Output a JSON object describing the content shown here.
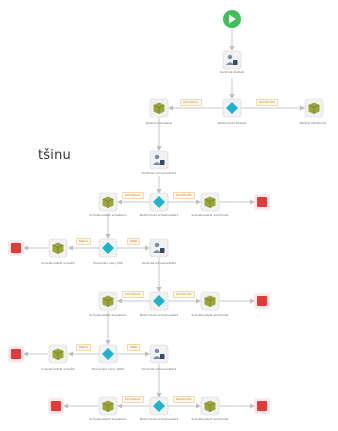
{
  "fragment_text": "tšinu",
  "colors": {
    "node_bg": "#f2f2f2",
    "node_border": "#d5d5d5",
    "start": "#3ec15a",
    "end": "#e23a3a",
    "decision": "#1fb3cc",
    "package": "#9aa63a",
    "edge": "#c8c8c8",
    "edge_label": "#c97b12"
  },
  "labels": {
    "kontrola_zadosti": "Kontrola žádosti",
    "zadost_schvalena": "Žádost schválena",
    "rozhodnuti_zadosti": "Rozhodnutí žádosti",
    "zadost_zamitnuta": "Žádost zamítnuta",
    "kontrola_schvalovatel1": "Kontrola schvalovatel1",
    "schvalovatel1_schvaleno": "Schvalovatel1 schváleno",
    "rozhodnuti_schvalovatel1": "Rozhodnutí schvalovatel1",
    "schvalovatel1_zamitnuto": "Schvalovatel1 zamítnuto",
    "schvalovatel1_schvalil": "Schvalovatel1 schválil",
    "porovnani_ceny_500": "Porovnání ceny 500",
    "kontrola_schvalovatel2": "Kontrola schvalovatel2",
    "schvalovatel2_schvaleno": "Schvalovatel2 schváleno",
    "rozhodnuti_schvalovatel2": "Rozhodnutí schvalovatel2",
    "schvalovatel2_zamitnuto": "Schvalovatel2 zamítnuto",
    "schvalovatel2_schvalil": "Schvalovatel2 schválil",
    "porovnani_ceny_1000": "Porovnání ceny 1000",
    "kontrola_schvalovatel3": "Kontrola schvalovatel3",
    "schvalovatel3_schvaleno": "Schvalovatel3 schváleno",
    "rozhodnuti_schvalovatel3": "Rozhodnutí schvalovatel3",
    "schvalovatel3_zamitnuto": "Schvalovatel3 zamítnuto"
  },
  "edge_labels": {
    "schvaleno": "Schváleno",
    "zamitnuto": "Zamítnuto",
    "mensi": "Menší",
    "vetsi": "Větší"
  }
}
